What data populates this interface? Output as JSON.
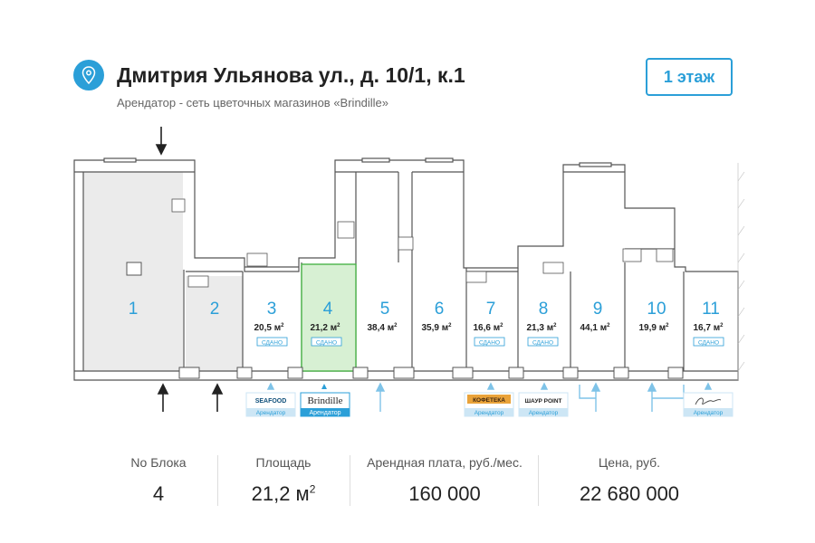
{
  "header": {
    "title": "Дмитрия Ульянова ул., д. 10/1, к.1",
    "subtitle": "Арендатор - сеть цветочных магазинов «Brindille»",
    "floor_button": "1 этаж",
    "location_icon": "map-pin-icon"
  },
  "colors": {
    "accent": "#2b9fd8",
    "selected_fill": "#d7f0d3",
    "selected_stroke": "#4bb34a",
    "occupied_fill": "#ebebeb"
  },
  "units": [
    {
      "number": "1",
      "area": "",
      "status": ""
    },
    {
      "number": "2",
      "area": "",
      "status": ""
    },
    {
      "number": "3",
      "area": "20,5 м",
      "status": "СДАНО"
    },
    {
      "number": "4",
      "area": "21,2 м",
      "status": "СДАНО",
      "selected": true
    },
    {
      "number": "5",
      "area": "38,4 м",
      "status": ""
    },
    {
      "number": "6",
      "area": "35,9 м",
      "status": ""
    },
    {
      "number": "7",
      "area": "16,6 м",
      "status": "СДАНО"
    },
    {
      "number": "8",
      "area": "21,3 м",
      "status": "СДАНО"
    },
    {
      "number": "9",
      "area": "44,1 м",
      "status": ""
    },
    {
      "number": "10",
      "area": "19,9 м",
      "status": ""
    },
    {
      "number": "11",
      "area": "16,7 м",
      "status": "СДАНО"
    }
  ],
  "sup2": "2",
  "tenants": [
    {
      "unit": "3",
      "logo": "SEAFOOD",
      "label": "Арендатор"
    },
    {
      "unit": "4",
      "logo": "Brindille",
      "label": "Арендатор"
    },
    {
      "unit": "7",
      "logo": "КОФЕТЕКА",
      "label": "Арендатор"
    },
    {
      "unit": "8",
      "logo": "ШАУР POINT",
      "label": "Арендатор"
    },
    {
      "unit": "11",
      "logo": "",
      "label": "Арендатор"
    }
  ],
  "info": {
    "block_label": "No Блока",
    "block_value": "4",
    "area_label": "Площадь",
    "area_value": "21,2 м",
    "area_sup": "2",
    "rent_label": "Арендная плата, руб./мес.",
    "rent_value": "160 000",
    "price_label": "Цена, руб.",
    "price_value": "22 680 000"
  }
}
